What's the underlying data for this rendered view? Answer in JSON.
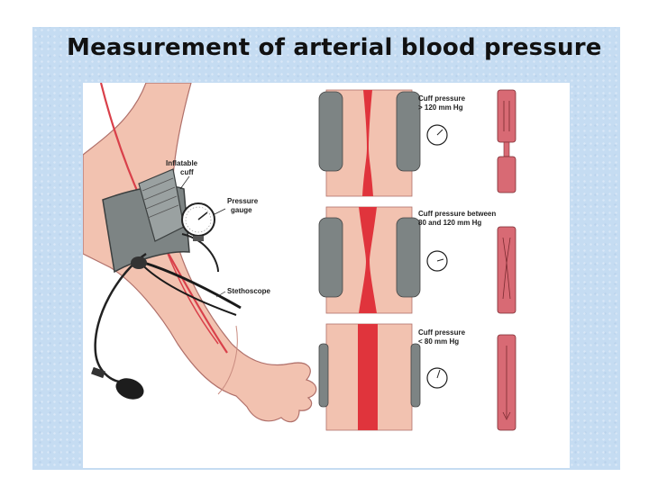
{
  "title": "Measurement of arterial blood pressure",
  "colors": {
    "background": "#c5dcf2",
    "skin": "#f2c2b0",
    "artery": "#e0343c",
    "cuff": "#7d8484"
  },
  "labels": {
    "inflatable": "Inflatable",
    "cuff": "cuff",
    "pressure": "Pressure",
    "gauge": "gauge",
    "stethoscope": "Stethoscope"
  },
  "panels": [
    {
      "line1": "Cuff pressure",
      "line2": "> 120 mm Hg"
    },
    {
      "line1": "Cuff pressure between",
      "line2": "80 and 120 mm Hg"
    },
    {
      "line1": "Cuff pressure",
      "line2": "< 80 mm Hg"
    }
  ]
}
